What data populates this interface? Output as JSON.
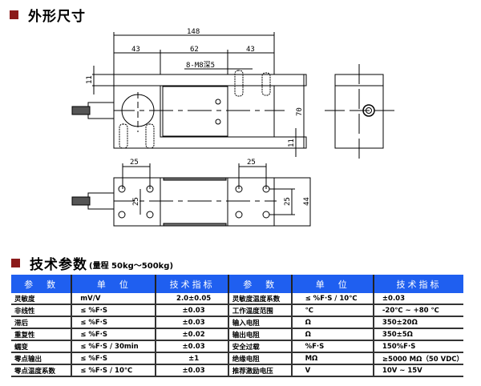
{
  "section1": {
    "title": "外形尺寸"
  },
  "drawing": {
    "overall": "148",
    "left": "43",
    "middle": "62",
    "right": "43",
    "thread": "8-M8深5",
    "band_top": "11",
    "height": "70",
    "band_bottom": "11",
    "hole_x_left": "25",
    "hole_x_right": "25",
    "hole_y_left": "25",
    "hole_y_right": "25",
    "width": "44"
  },
  "section2": {
    "title": "技术参数",
    "subtitle": "(量程 50kg～500kg)"
  },
  "table": {
    "headers": [
      "参　数",
      "单　位",
      "技术指标",
      "参　数",
      "单　位",
      "技术指标"
    ],
    "rows": [
      [
        "灵敏度",
        "mV/V",
        "2.0±0.05",
        "灵敏度温度系数",
        "≤ %F·S / 10℃",
        "±0.03"
      ],
      [
        "非线性",
        "≤ %F·S",
        "±0.03",
        "工作温度范围",
        "℃",
        "-20℃ ~ +80 ℃"
      ],
      [
        "滞后",
        "≤ %F·S",
        "±0.03",
        "输入电阻",
        "Ω",
        "350±20Ω"
      ],
      [
        "重复性",
        "≤ %F·S",
        "±0.02",
        "输出电阻",
        "Ω",
        "350±5Ω"
      ],
      [
        "蠕变",
        "≤ %F·S / 30min",
        "±0.03",
        "安全过载",
        "%F·S",
        "150%F·S"
      ],
      [
        "零点输出",
        "≤ %F·S",
        "±1",
        "绝缘电阻",
        "MΩ",
        "≥5000 MΩ（50 VDC）"
      ],
      [
        "零点温度系数",
        "≤ %F·S / 10℃",
        "±0.03",
        "推荐激励电压",
        "V",
        "10V ~ 15V"
      ]
    ]
  }
}
